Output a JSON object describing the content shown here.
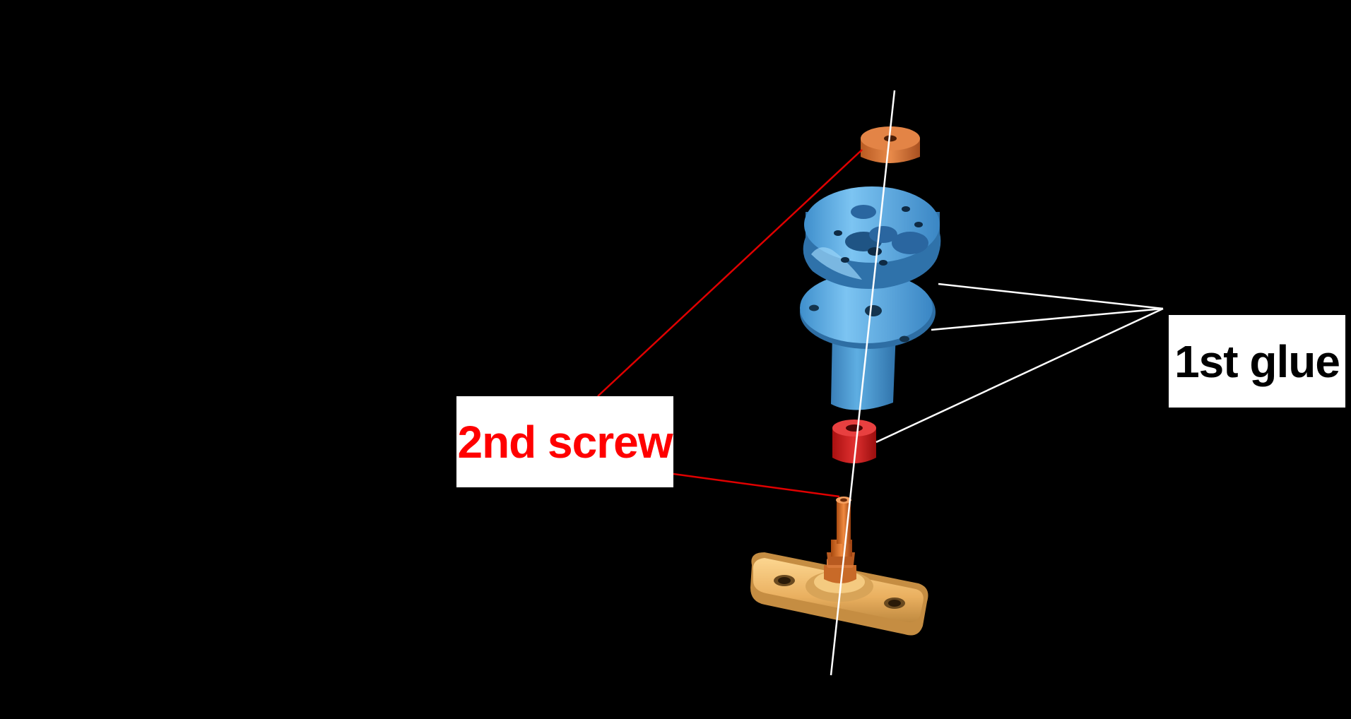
{
  "labels": {
    "screw": {
      "text": "2nd screw",
      "color": "#ff0000"
    },
    "glue": {
      "text": "1st glue",
      "color": "#000000"
    }
  },
  "colors": {
    "background": "#000000",
    "callout_background": "#ffffff",
    "screw_leader_line": "#e00000",
    "glue_leader_line": "#ffffff",
    "axis_line": "#ffffff",
    "washer_top": "#e07a3a",
    "hub": "#5aaee6",
    "flange_tube": "#5aaee6",
    "spacer": "#d42020",
    "screw_shaft": "#e06a20",
    "base_plate": "#f2b860"
  },
  "parts": [
    {
      "name": "top-washer",
      "color_key": "washer_top"
    },
    {
      "name": "blue-hub",
      "color_key": "hub"
    },
    {
      "name": "blue-flange-tube",
      "color_key": "flange_tube"
    },
    {
      "name": "red-spacer",
      "color_key": "spacer"
    },
    {
      "name": "screw-shaft",
      "color_key": "screw_shaft"
    },
    {
      "name": "base-plate",
      "color_key": "base_plate"
    }
  ]
}
